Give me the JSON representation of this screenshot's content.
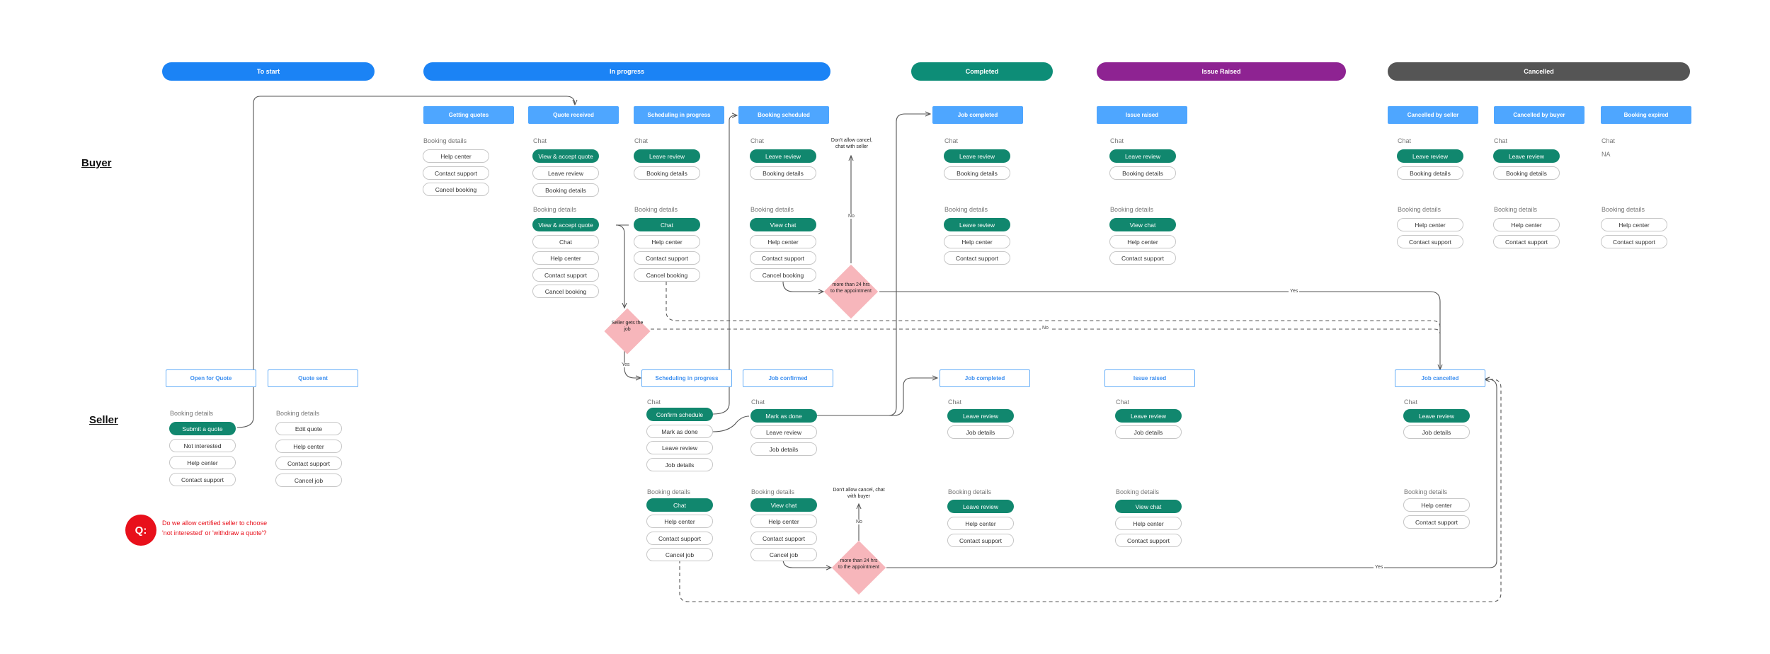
{
  "phases": {
    "to_start": {
      "label": "To start",
      "color": "#1b83f5"
    },
    "in_progress": {
      "label": "In progress",
      "color": "#1b83f5"
    },
    "completed": {
      "label": "Completed",
      "color": "#0d8d77"
    },
    "issue_raised": {
      "label": "Issue Raised",
      "color": "#8e2392"
    },
    "cancelled": {
      "label": "Cancelled",
      "color": "#555555"
    }
  },
  "roles": {
    "buyer": "Buyer",
    "seller": "Seller"
  },
  "buyer_states": {
    "getting_quotes": "Getting quotes",
    "quote_received": "Quote received",
    "scheduling": "Scheduling in progress",
    "booking_scheduled": "Booking scheduled",
    "job_completed": "Job completed",
    "issue_raised": "Issue raised",
    "cancelled_by_seller": "Cancelled by seller",
    "cancelled_by_buyer": "Cancelled by buyer",
    "booking_expired": "Booking expired"
  },
  "seller_states": {
    "open_for_quote": "Open for Quote",
    "quote_sent": "Quote sent",
    "scheduling": "Scheduling in progress",
    "job_confirmed": "Job confirmed",
    "job_completed": "Job completed",
    "issue_raised": "Issue raised",
    "job_cancelled": "Job cancelled"
  },
  "section_labels": {
    "chat": "Chat",
    "booking_details": "Booking details",
    "na": "NA"
  },
  "actions": {
    "help_center": "Help center",
    "contact_support": "Contact support",
    "cancel_booking": "Cancel booking",
    "view_accept_quote": "View & accept quote",
    "leave_review": "Leave review",
    "booking_details": "Booking details",
    "chat": "Chat",
    "view_chat": "View chat",
    "submit_quote": "Submit a quote",
    "not_interested": "Not interested",
    "edit_quote": "Edit quote",
    "cancel_job": "Cancel job",
    "confirm_schedule": "Confirm schedule",
    "mark_as_done": "Mark as done",
    "job_details": "Job details"
  },
  "decisions": {
    "seller_gets_job": "Seller gets the job",
    "more_than_24": "more than 24 hrs to the appointment"
  },
  "notes": {
    "dont_allow_buyer": "Don't allow cancel, chat with seller",
    "dont_allow_seller": "Don't allow cancel, chat with buyer"
  },
  "edge_labels": {
    "yes": "Yes",
    "no": "No"
  },
  "question": {
    "badge": "Q:",
    "line1": "Do we allow certified seller to choose",
    "line2": "'not interested' or 'withdraw a quote'?"
  }
}
